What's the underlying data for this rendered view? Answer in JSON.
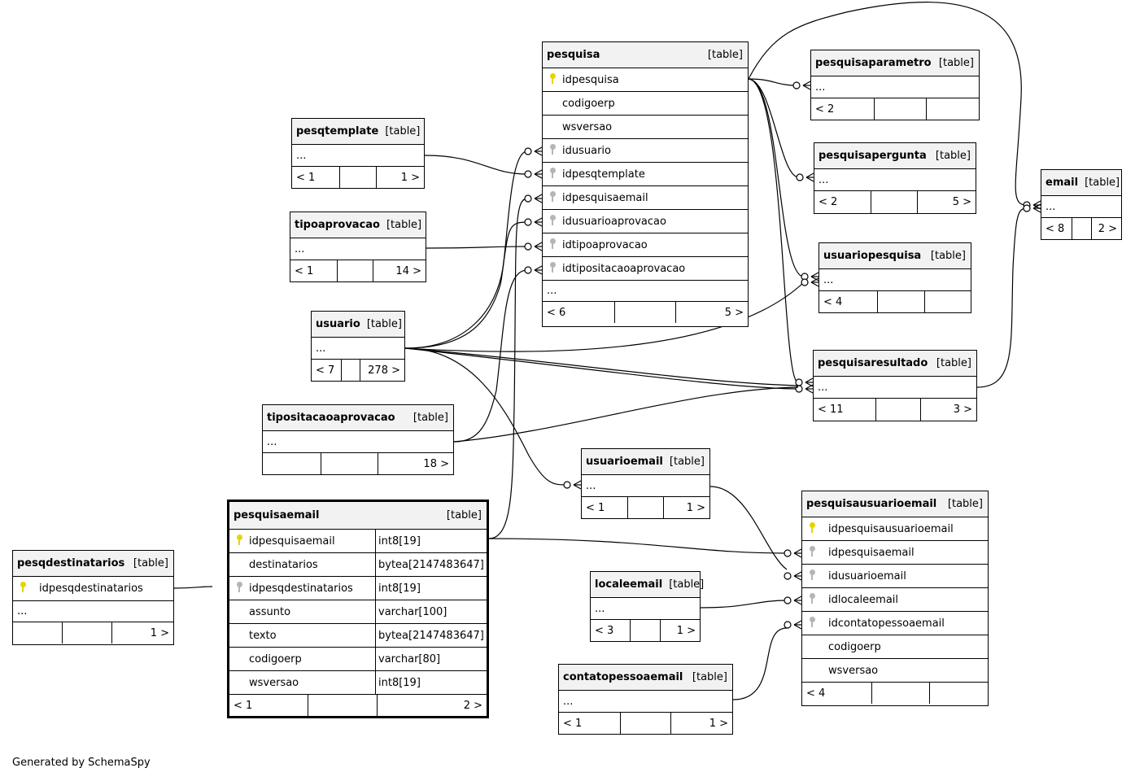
{
  "footer": "Generated by SchemaSpy",
  "tables": {
    "pesquisa": {
      "name": "pesquisa",
      "type": "[table]",
      "columns": [
        {
          "icon": "primary-key-icon",
          "name": "idpesquisa"
        },
        {
          "icon": "",
          "name": "codigoerp"
        },
        {
          "icon": "",
          "name": "wsversao"
        },
        {
          "icon": "foreign-key-icon",
          "name": "idusuario"
        },
        {
          "icon": "foreign-key-icon",
          "name": "idpesqtemplate"
        },
        {
          "icon": "foreign-key-icon",
          "name": "idpesquisaemail"
        },
        {
          "icon": "foreign-key-icon",
          "name": "idusuarioaprovacao"
        },
        {
          "icon": "foreign-key-icon",
          "name": "idtipoaprovacao"
        },
        {
          "icon": "foreign-key-icon",
          "name": "idtipositacaoaprovacao"
        }
      ],
      "more": "...",
      "footer": [
        "< 6",
        "",
        "5 >"
      ]
    },
    "pesqtemplate": {
      "name": "pesqtemplate",
      "type": "[table]",
      "more": "...",
      "footer": [
        "< 1",
        "",
        "1 >"
      ]
    },
    "tipoaprovacao": {
      "name": "tipoaprovacao",
      "type": "[table]",
      "more": "...",
      "footer": [
        "< 1",
        "",
        "14 >"
      ]
    },
    "usuario": {
      "name": "usuario",
      "type": "[table]",
      "more": "...",
      "footer": [
        "< 7",
        "",
        "278 >"
      ]
    },
    "tipositacaoaprovacao": {
      "name": "tipositacaoaprovacao",
      "type": "[table]",
      "more": "...",
      "footer": [
        "",
        "",
        "18 >"
      ]
    },
    "pesquisaemail": {
      "name": "pesquisaemail",
      "type": "[table]",
      "columns": [
        {
          "icon": "primary-key-icon",
          "name": "idpesquisaemail",
          "dtype": "int8[19]"
        },
        {
          "icon": "",
          "name": "destinatarios",
          "dtype": "bytea[2147483647]"
        },
        {
          "icon": "foreign-key-icon",
          "name": "idpesqdestinatarios",
          "dtype": "int8[19]"
        },
        {
          "icon": "",
          "name": "assunto",
          "dtype": "varchar[100]"
        },
        {
          "icon": "",
          "name": "texto",
          "dtype": "bytea[2147483647]"
        },
        {
          "icon": "",
          "name": "codigoerp",
          "dtype": "varchar[80]"
        },
        {
          "icon": "",
          "name": "wsversao",
          "dtype": "int8[19]"
        }
      ],
      "footer": [
        "< 1",
        "",
        "2 >"
      ]
    },
    "pesqdestinatarios": {
      "name": "pesqdestinatarios",
      "type": "[table]",
      "columns": [
        {
          "icon": "primary-key-icon",
          "name": "idpesqdestinatarios"
        }
      ],
      "more": "...",
      "footer": [
        "",
        "",
        "1 >"
      ]
    },
    "pesquisaparametro": {
      "name": "pesquisaparametro",
      "type": "[table]",
      "more": "...",
      "footer": [
        "< 2",
        "",
        ""
      ]
    },
    "pesquisapergunta": {
      "name": "pesquisapergunta",
      "type": "[table]",
      "more": "...",
      "footer": [
        "< 2",
        "",
        "5 >"
      ]
    },
    "usuariopesquisa": {
      "name": "usuariopesquisa",
      "type": "[table]",
      "more": "...",
      "footer": [
        "< 4",
        "",
        ""
      ]
    },
    "pesquisaresultado": {
      "name": "pesquisaresultado",
      "type": "[table]",
      "more": "...",
      "footer": [
        "< 11",
        "",
        "3 >"
      ]
    },
    "email": {
      "name": "email",
      "type": "[table]",
      "more": "...",
      "footer": [
        "< 8",
        "",
        "2 >"
      ]
    },
    "usuarioemail": {
      "name": "usuarioemail",
      "type": "[table]",
      "more": "...",
      "footer": [
        "< 1",
        "",
        "1 >"
      ]
    },
    "localeemail": {
      "name": "localeemail",
      "type": "[table]",
      "more": "...",
      "footer": [
        "< 3",
        "",
        "1 >"
      ]
    },
    "contatopessoaemail": {
      "name": "contatopessoaemail",
      "type": "[table]",
      "more": "...",
      "footer": [
        "< 1",
        "",
        "1 >"
      ]
    },
    "pesquisausuarioemail": {
      "name": "pesquisausuarioemail",
      "type": "[table]",
      "columns": [
        {
          "icon": "primary-key-icon",
          "name": "idpesquisausuarioemail"
        },
        {
          "icon": "foreign-key-icon",
          "name": "idpesquisaemail"
        },
        {
          "icon": "foreign-key-icon",
          "name": "idusuarioemail"
        },
        {
          "icon": "foreign-key-icon",
          "name": "idlocaleemail"
        },
        {
          "icon": "foreign-key-icon",
          "name": "idcontatopessoaemail"
        },
        {
          "icon": "",
          "name": "codigoerp"
        },
        {
          "icon": "",
          "name": "wsversao"
        }
      ],
      "footer": [
        "< 4",
        "",
        ""
      ]
    }
  }
}
